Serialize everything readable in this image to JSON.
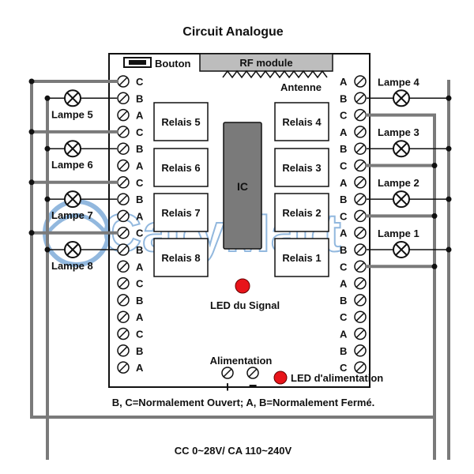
{
  "title": "Circuit Analogue",
  "button_label": "Bouton",
  "rf_module_label": "RF module",
  "antenna_label": "Antenne",
  "ic_label": "IC",
  "signal_led_label": "LED du Signal",
  "power_label": "Alimentation",
  "power_plus": "+",
  "power_minus": "−",
  "power_led_label": "LED d'alimentation",
  "legend_text": "B, C=Normalement Ouvert; A, B=Normalement Fermé.",
  "supply_text": "CC 0~28V/ CA 110~240V",
  "watermark": "CaryMart",
  "colors": {
    "led": "#e8141a",
    "wire": "#7a7a7a",
    "watermark": "#3a7fc4"
  },
  "relays_left": [
    "Relais 5",
    "Relais 6",
    "Relais 7",
    "Relais 8"
  ],
  "relays_right": [
    "Relais 4",
    "Relais 3",
    "Relais 2",
    "Relais 1"
  ],
  "terminals_left": [
    "C",
    "B",
    "A",
    "C",
    "B",
    "A",
    "C",
    "B",
    "A",
    "C",
    "B",
    "A",
    "C",
    "B",
    "A",
    "C",
    "B",
    "A"
  ],
  "terminals_right": [
    "A",
    "B",
    "C",
    "A",
    "B",
    "C",
    "A",
    "B",
    "C",
    "A",
    "B",
    "C",
    "A",
    "B",
    "C",
    "A",
    "B",
    "C"
  ],
  "lamps_left": [
    "Lampe 5",
    "Lampe 6",
    "Lampe 7",
    "Lampe 8"
  ],
  "lamps_right": [
    "Lampe 4",
    "Lampe 3",
    "Lampe 2",
    "Lampe 1"
  ]
}
